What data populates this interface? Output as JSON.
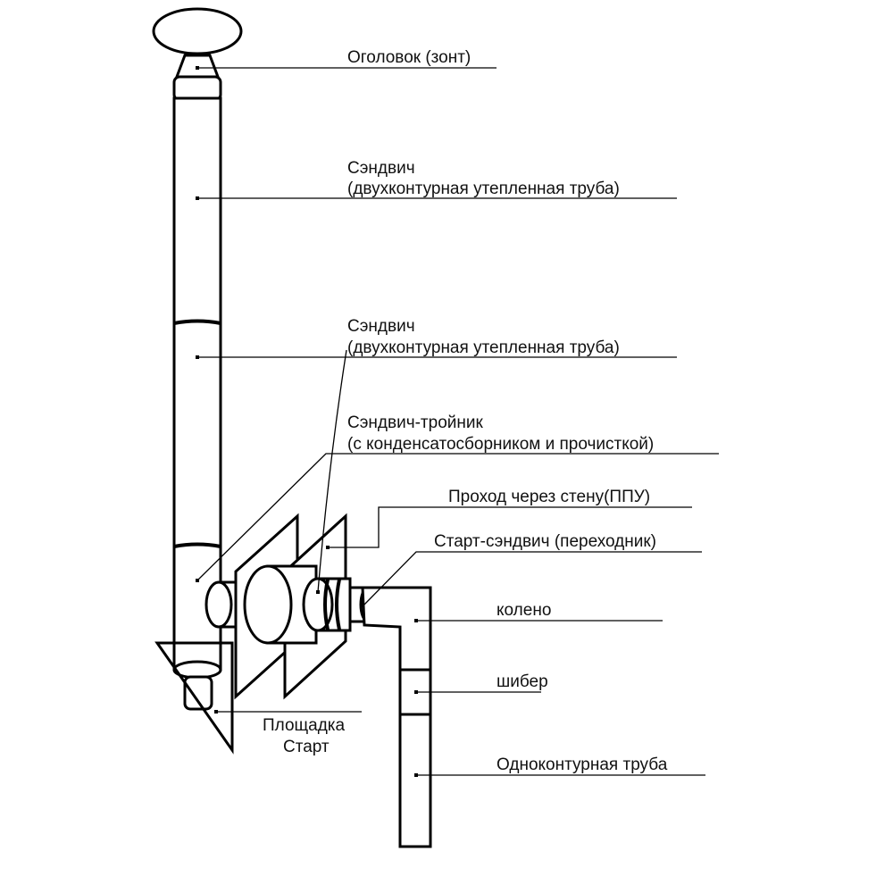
{
  "diagram": {
    "labels": {
      "cap": "Оголовок (зонт)",
      "sandwich1_l1": "Сэндвич",
      "sandwich1_l2": "(двухконтурная утепленная труба)",
      "sandwich2_l1": "Сэндвич",
      "sandwich2_l2": "(двухконтурная утепленная труба)",
      "tee_l1": "Сэндвич-тройник",
      "tee_l2": "(с конденсатосборником и прочисткой)",
      "wall_pass": "Проход через стену(ППУ)",
      "start_sandwich": "Старт-сэндвич (переходник)",
      "elbow": "колено",
      "damper": "шибер",
      "single_pipe": "Одноконтурная труба",
      "platform_l1": "Площадка",
      "platform_l2": "Старт"
    }
  }
}
